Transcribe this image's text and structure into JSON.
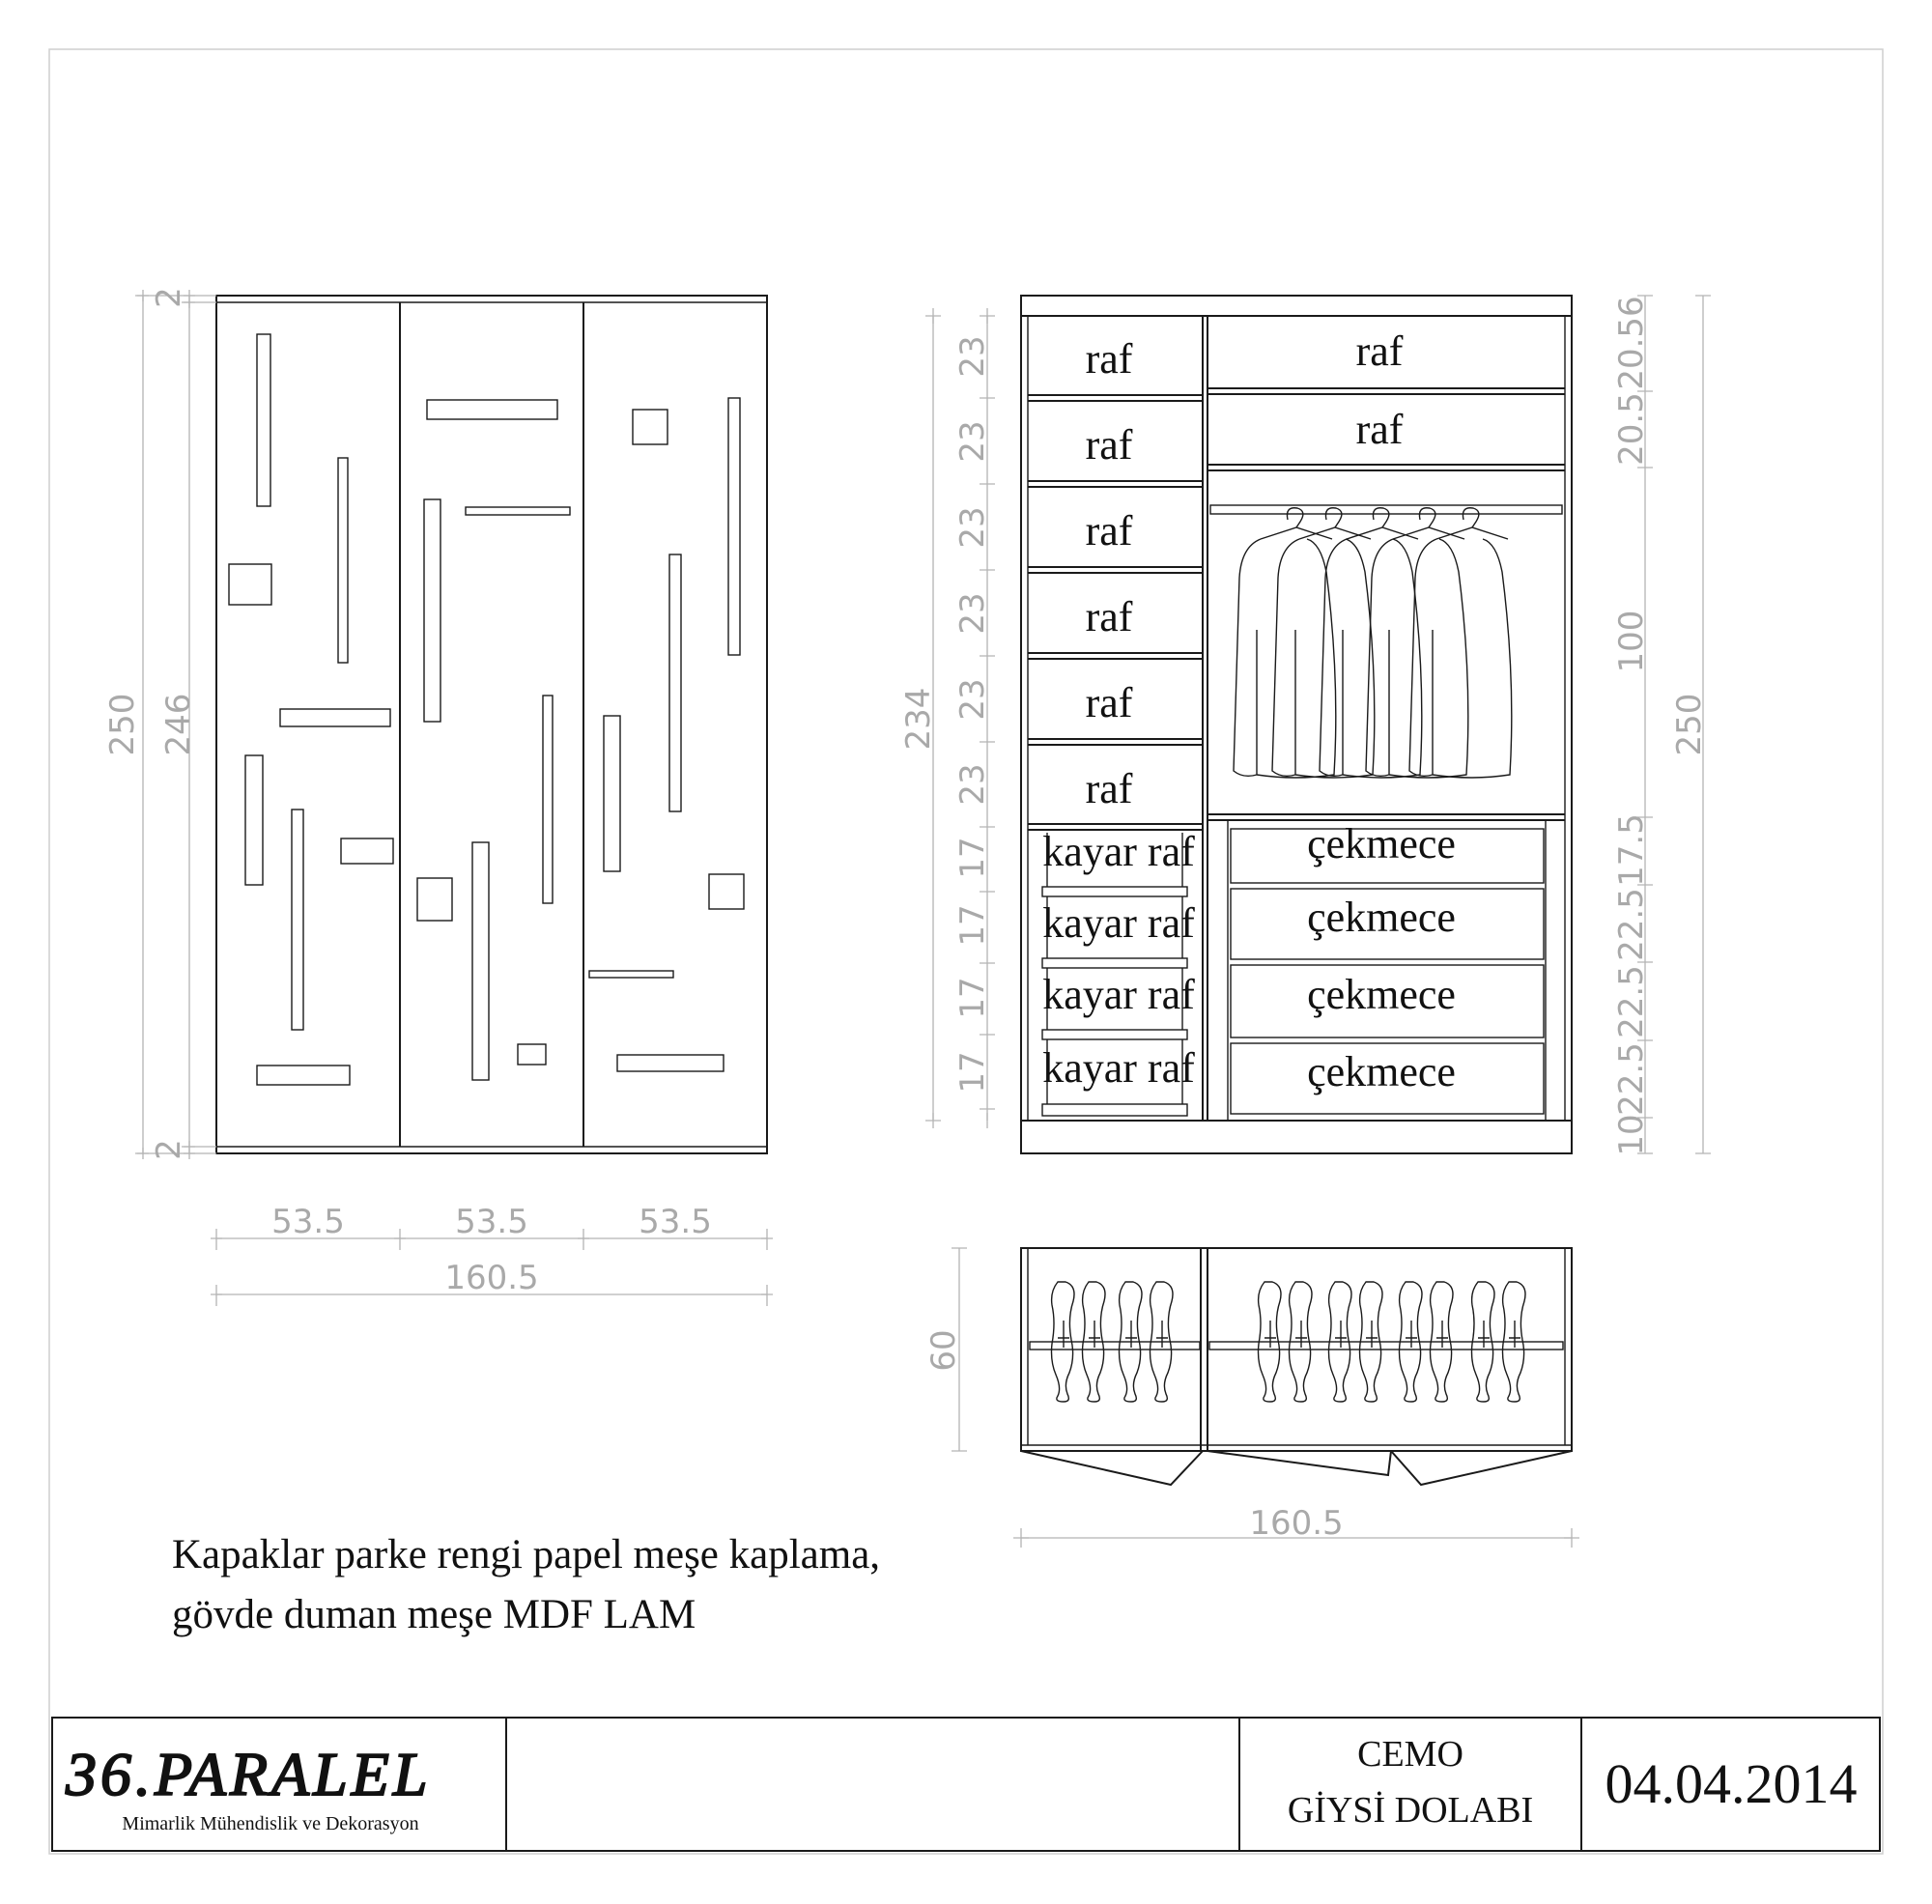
{
  "front_view": {
    "height_total": "250",
    "height_inner": "246",
    "top_trim": "2",
    "bottom_trim": "2",
    "door_widths": [
      "53.5",
      "53.5",
      "53.5"
    ],
    "width_total": "160.5"
  },
  "interior_view": {
    "left_column_labels": [
      "raf",
      "raf",
      "raf",
      "raf",
      "raf",
      "raf",
      "kayar raf",
      "kayar raf",
      "kayar raf",
      "kayar raf"
    ],
    "right_column_shelf_labels": [
      "raf",
      "raf"
    ],
    "drawer_labels": [
      "çekmece",
      "çekmece",
      "çekmece",
      "çekmece"
    ],
    "left_dims": [
      "23",
      "23",
      "23",
      "23",
      "23",
      "23",
      "17",
      "17",
      "17",
      "17"
    ],
    "left_total": "234",
    "right_dims": [
      "20.56",
      "20.5",
      "100",
      "17.5",
      "22.5",
      "22.5",
      "22.5",
      "10"
    ],
    "right_total": "250"
  },
  "plan_view": {
    "depth": "60",
    "width": "160.5"
  },
  "note": {
    "line1": "Kapaklar parke rengi papel meşe kaplama,",
    "line2": "gövde duman meşe MDF LAM"
  },
  "title_block": {
    "logo": "36.PARALEL",
    "company": "Mimarlik Mühendislik ve Dekorasyon",
    "project": "CEMO",
    "item": "GİYSİ DOLABI",
    "date": "04.04.2014"
  }
}
